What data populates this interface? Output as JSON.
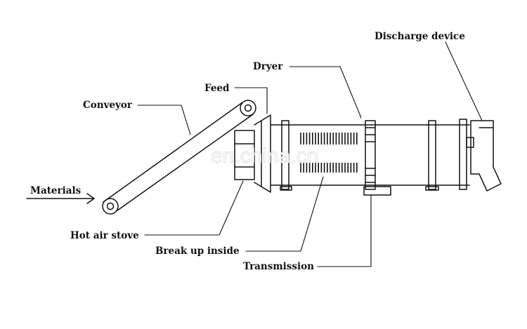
{
  "labels": {
    "discharge_device": "Discharge device",
    "dryer": "Dryer",
    "feed": "Feed",
    "conveyor": "Conveyor",
    "materials": "Materials",
    "hot_air_stove": "Hot air stove",
    "break_up_inside": "Break up inside",
    "transmission": "Transmission"
  },
  "watermark": "en.china.cn",
  "colors": {
    "line": "#111111",
    "background": "#ffffff"
  },
  "icons": {
    "flow_arrow": "right-arrow-icon"
  }
}
